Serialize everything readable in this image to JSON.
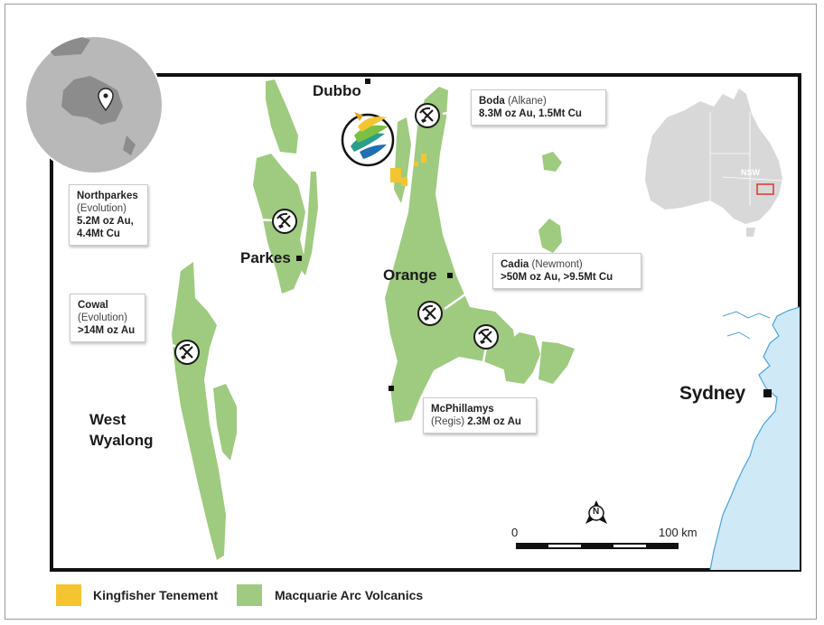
{
  "towns": {
    "dubbo": "Dubbo",
    "parkes": "Parkes",
    "orange": "Orange",
    "sydney": "Sydney",
    "west_wyalong_line1": "West",
    "west_wyalong_line2": "Wyalong"
  },
  "callouts": {
    "northparkes": {
      "name": "Northparkes",
      "owner": "(Evolution)",
      "line1": "5.2M oz Au,",
      "line2": "4.4Mt Cu"
    },
    "cowal": {
      "name": "Cowal",
      "owner": "(Evolution)",
      "line1": ">14M oz Au"
    },
    "boda": {
      "name": "Boda",
      "owner": "(Alkane)",
      "line1": "8.3M oz Au, 1.5Mt Cu"
    },
    "cadia": {
      "name": "Cadia",
      "owner": "(Newmont)",
      "line1": ">50M oz Au, >9.5Mt Cu"
    },
    "mcphillamys": {
      "name": "McPhillamys",
      "owner": "(Regis)",
      "line1": "2.3M oz Au"
    }
  },
  "inset": {
    "state_label": "NSW"
  },
  "scale_bar": {
    "start": "0",
    "end": "100 km"
  },
  "north_arrow": {
    "label": "N"
  },
  "legend": [
    {
      "label": "Kingfisher Tenement",
      "color": "#f5c431"
    },
    {
      "label": "Macquarie Arc Volcanics",
      "color": "#9ecb7f"
    }
  ],
  "colors": {
    "volcanics": "#9ecb7f",
    "tenement": "#f5c431",
    "ocean": "#cfe9f7",
    "inset_land": "#d8d8d8",
    "globe": "#b8b8b8",
    "locator_box": "#e0322f"
  },
  "icons": [
    "mine-pick-shovel-icon",
    "location-pin-icon",
    "north-arrow-icon",
    "kingfisher-logo-icon"
  ]
}
